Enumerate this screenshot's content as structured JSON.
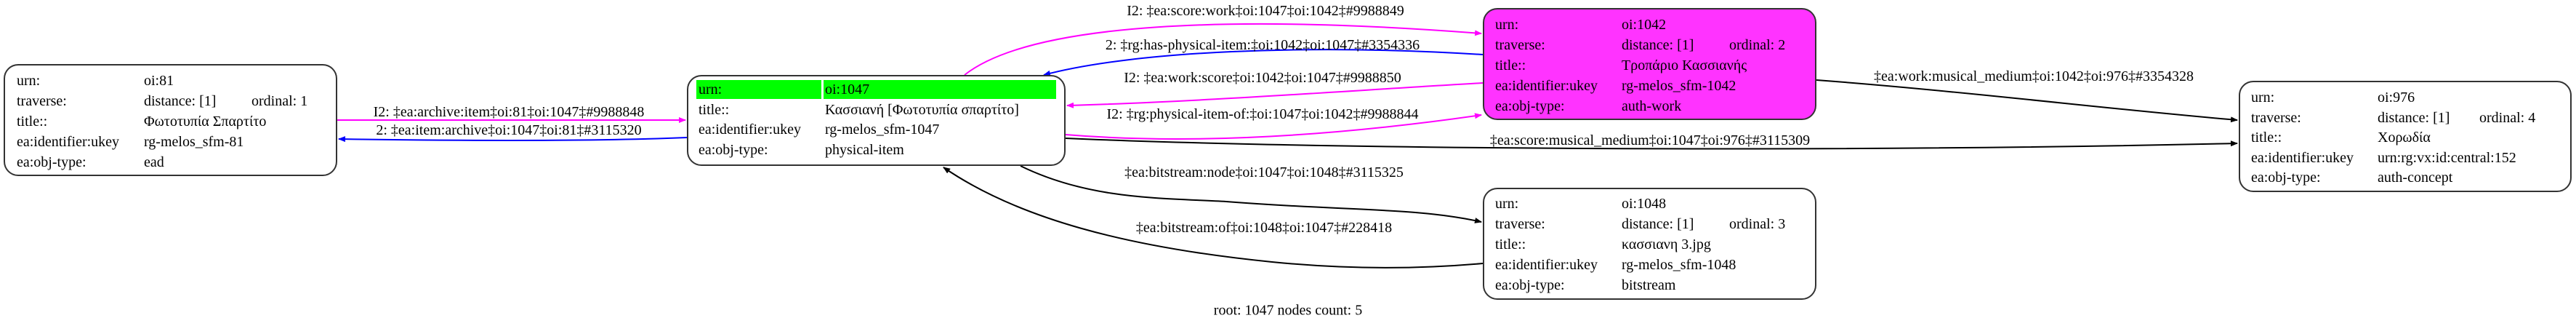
{
  "colors": {
    "magenta": "#ff00ff",
    "blue": "#0000ff",
    "black": "#000000",
    "root_highlight": "#00ff00",
    "work_fill": "#ff33ff"
  },
  "nodes": {
    "n81": {
      "urn_k": "urn:",
      "urn_v": "oi:81",
      "trav_k": "traverse:",
      "trav_v": "distance: [1]",
      "ord": "ordinal: 1",
      "title_k": "title::",
      "title_v": "Φωτοτυπία Σπαρτίτο",
      "id_k": "ea:identifier:ukey",
      "id_v": "rg-melos_sfm-81",
      "type_k": "ea:obj-type:",
      "type_v": "ead"
    },
    "n1047": {
      "urn_k": "urn:",
      "urn_v": "oi:1047",
      "title_k": "title::",
      "title_v": "Κασσιανή [Φωτοτυπία σπαρτίτο]",
      "id_k": "ea:identifier:ukey",
      "id_v": "rg-melos_sfm-1047",
      "type_k": "ea:obj-type:",
      "type_v": "physical-item"
    },
    "n1042": {
      "urn_k": "urn:",
      "urn_v": "oi:1042",
      "trav_k": "traverse:",
      "trav_v": "distance: [1]",
      "ord": "ordinal: 2",
      "title_k": "title::",
      "title_v": "Τροπάριο Κασσιανής",
      "id_k": "ea:identifier:ukey",
      "id_v": "rg-melos_sfm-1042",
      "type_k": "ea:obj-type:",
      "type_v": "auth-work"
    },
    "n1048": {
      "urn_k": "urn:",
      "urn_v": "oi:1048",
      "trav_k": "traverse:",
      "trav_v": "distance: [1]",
      "ord": "ordinal: 3",
      "title_k": "title::",
      "title_v": "κασσιανη 3.jpg",
      "id_k": "ea:identifier:ukey",
      "id_v": "rg-melos_sfm-1048",
      "type_k": "ea:obj-type:",
      "type_v": "bitstream"
    },
    "n976": {
      "urn_k": "urn:",
      "urn_v": "oi:976",
      "trav_k": "traverse:",
      "trav_v": "distance: [1]",
      "ord": "ordinal: 4",
      "title_k": "title::",
      "title_v": "Χορωδία",
      "id_k": "ea:identifier:ukey",
      "id_v": "urn:rg:vx:id:central:152",
      "type_k": "ea:obj-type:",
      "type_v": "auth-concept"
    }
  },
  "edges": {
    "e1": "I2: ‡ea:archive:item‡oi:81‡oi:1047‡#9988848",
    "e2": "2: ‡ea:item:archive‡oi:1047‡oi:81‡#3115320",
    "e3": "I2: ‡ea:score:work‡oi:1047‡oi:1042‡#9988849",
    "e4": "2: ‡rg:has-physical-item:‡oi:1042‡oi:1047‡#3354336",
    "e5": "I2: ‡ea:work:score‡oi:1042‡oi:1047‡#9988850",
    "e6": "I2: ‡rg:physical-item-of:‡oi:1047‡oi:1042‡#9988844",
    "e7": "‡ea:score:musical_medium‡oi:1047‡oi:976‡#3115309",
    "e8": "‡ea:work:musical_medium‡oi:1042‡oi:976‡#3354328",
    "e9": "‡ea:bitstream:node‡oi:1047‡oi:1048‡#3115325",
    "e10": "‡ea:bitstream:of‡oi:1048‡oi:1047‡#228418"
  },
  "footer": "root: 1047 nodes count: 5"
}
